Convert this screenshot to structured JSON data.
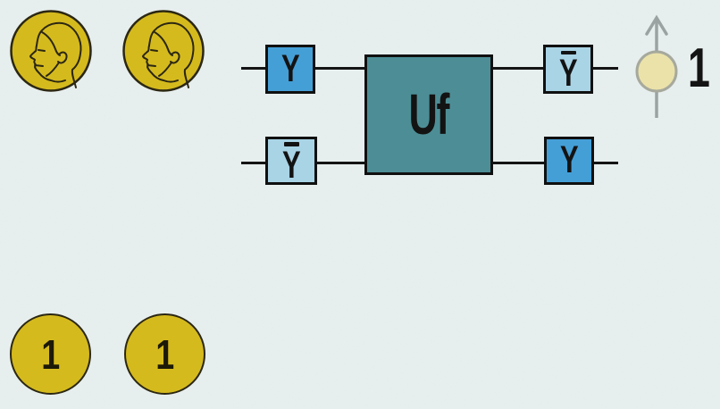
{
  "app": {
    "background_color": "#e7eeee"
  },
  "coins": {
    "coin_color": "#d5ba1e",
    "heads_row": [
      {
        "icon": "head-profile-coin",
        "face": "heads"
      },
      {
        "icon": "head-profile-coin",
        "face": "heads"
      }
    ],
    "value_row": [
      {
        "label": "1"
      },
      {
        "label": "1"
      }
    ]
  },
  "circuit": {
    "gates": [
      {
        "label": "Y",
        "bar": false,
        "color": "#459fd7"
      },
      {
        "label": "Y",
        "bar": true,
        "color": "#a9d4e6"
      },
      {
        "label": "Uf",
        "bar": false,
        "color": "#4d8e96"
      },
      {
        "label": "Y",
        "bar": true,
        "color": "#a9d4e6"
      },
      {
        "label": "Y",
        "bar": false,
        "color": "#459fd7"
      }
    ],
    "measurement": {
      "value": "1",
      "spin_icon": "spin-up-arrow",
      "spin_circle_color": "#ebe2aa"
    }
  }
}
